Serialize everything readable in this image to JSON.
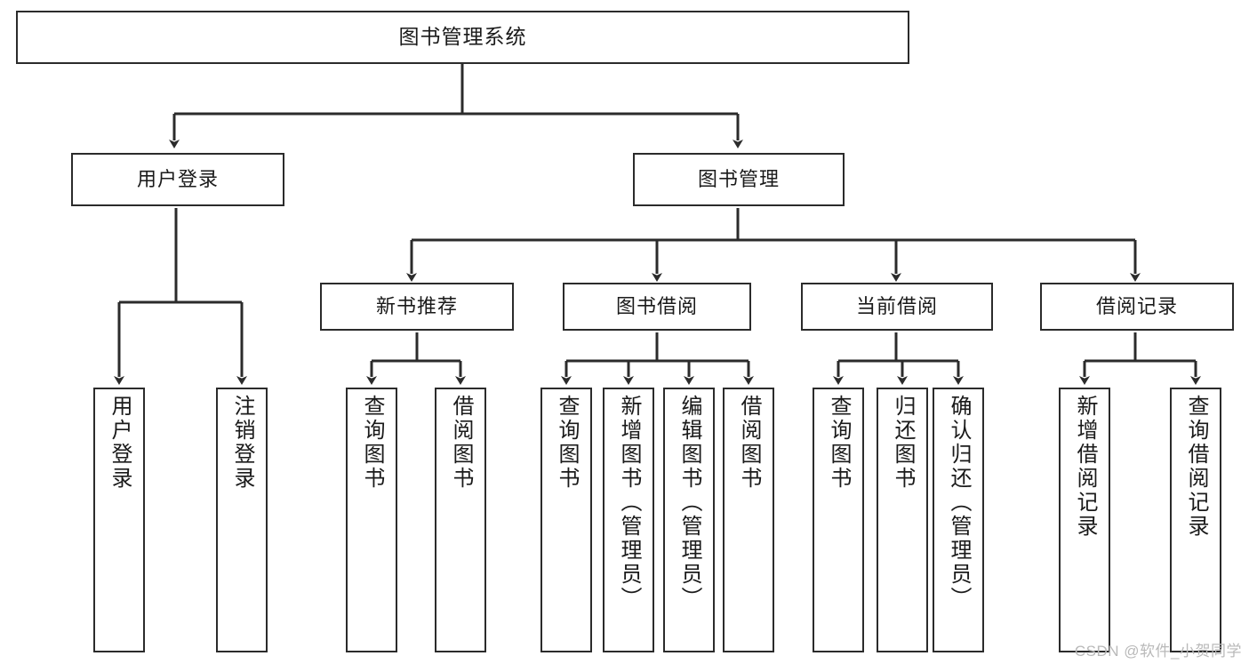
{
  "diagram": {
    "title": "图书管理系统",
    "type": "tree",
    "watermark": "CSDN @软件_小贺同学",
    "colors": {
      "box_border": "#2b2b2b",
      "box_fill": "#ffffff",
      "connector": "#2b2b2b",
      "text": "#1a1a1a",
      "watermark": "#b9b9b9"
    },
    "nodes": {
      "root": {
        "label": "图书管理系统"
      },
      "level2": [
        {
          "id": "user-login",
          "label": "用户登录"
        },
        {
          "id": "book-manage",
          "label": "图书管理"
        }
      ],
      "level3": [
        {
          "id": "new-book-recommend",
          "label": "新书推荐"
        },
        {
          "id": "book-borrow",
          "label": "图书借阅"
        },
        {
          "id": "current-borrow",
          "label": "当前借阅"
        },
        {
          "id": "borrow-record",
          "label": "借阅记录"
        }
      ],
      "leaves": [
        {
          "id": "leaf-user-login",
          "label": "用户登录",
          "parent": "user-login"
        },
        {
          "id": "leaf-logout",
          "label": "注销登录",
          "parent": "user-login"
        },
        {
          "id": "leaf-query-book-1",
          "label": "查询图书",
          "parent": "new-book-recommend"
        },
        {
          "id": "leaf-borrow-book-1",
          "label": "借阅图书",
          "parent": "new-book-recommend"
        },
        {
          "id": "leaf-query-book-2",
          "label": "查询图书",
          "parent": "book-borrow"
        },
        {
          "id": "leaf-add-book",
          "label": "新增图书（管理员）",
          "parent": "book-borrow"
        },
        {
          "id": "leaf-edit-book",
          "label": "编辑图书（管理员）",
          "parent": "book-borrow"
        },
        {
          "id": "leaf-borrow-book-2",
          "label": "借阅图书",
          "parent": "book-borrow"
        },
        {
          "id": "leaf-query-book-3",
          "label": "查询图书",
          "parent": "current-borrow"
        },
        {
          "id": "leaf-return-book",
          "label": "归还图书",
          "parent": "current-borrow"
        },
        {
          "id": "leaf-confirm-return",
          "label": "确认归还（管理员）",
          "parent": "current-borrow"
        },
        {
          "id": "leaf-add-record",
          "label": "新增借阅记录",
          "parent": "borrow-record"
        },
        {
          "id": "leaf-query-record",
          "label": "查询借阅记录",
          "parent": "borrow-record"
        }
      ]
    }
  }
}
